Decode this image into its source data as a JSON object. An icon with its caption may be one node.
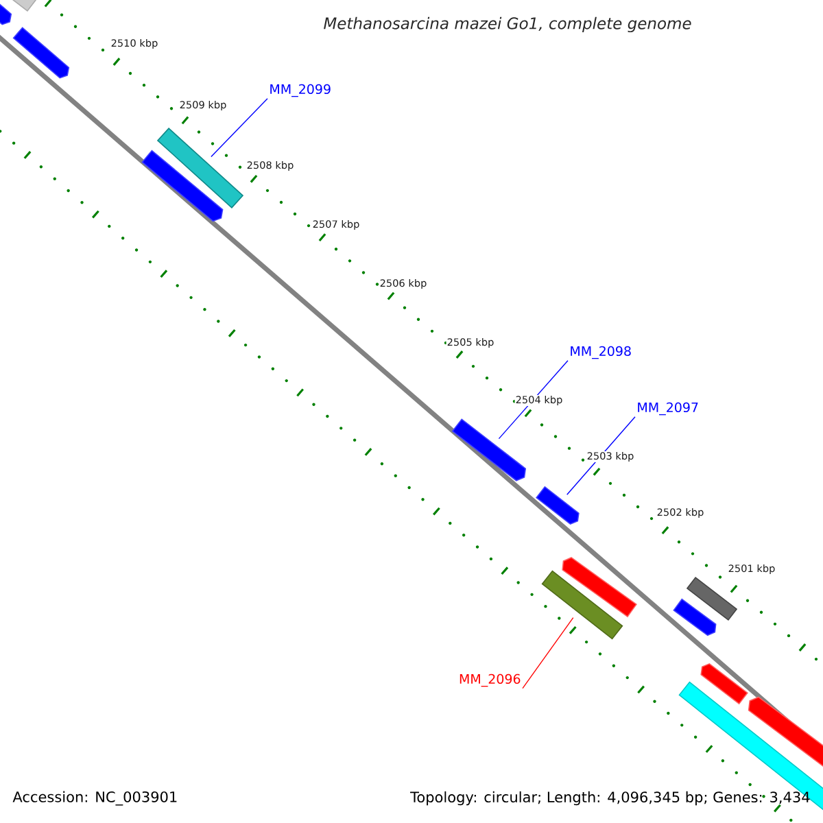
{
  "diagram": {
    "title": "Methanosarcina mazei Go1, complete genome",
    "nodes": [
      {
        "text": [
          "MM_2099"
        ]
      },
      {
        "text": [
          "MM_2098"
        ]
      },
      {
        "text": [
          "MM_2097"
        ]
      },
      {
        "text": [
          "MM_2096"
        ]
      },
      {
        "text": [],
        "shape": "arrow"
      },
      {
        "text": [],
        "shape": "bar"
      },
      {
        "text": [],
        "shape": "arrow"
      },
      {
        "text": [],
        "shape": "bar"
      },
      {
        "text": [],
        "shape": "arrow"
      },
      {
        "text": [],
        "shape": "arrow"
      },
      {
        "text": [],
        "shape": "arrow"
      },
      {
        "text": [],
        "shape": "arrow"
      },
      {
        "text": [],
        "shape": "bar"
      },
      {
        "text": [],
        "shape": "bar"
      },
      {
        "text": [],
        "shape": "arrow"
      },
      {
        "text": [],
        "shape": "arrow"
      },
      {
        "text": [],
        "shape": "bar"
      },
      {
        "text": [],
        "shape": "arrow"
      }
    ],
    "edges": [
      {
        "from": 0,
        "to": 7,
        "arrow": "none"
      },
      {
        "from": 1,
        "to": 9,
        "arrow": "none"
      },
      {
        "from": 2,
        "to": 10,
        "arrow": "none"
      },
      {
        "from": 3,
        "to": 12,
        "arrow": "none",
        "color": "#ff0000"
      }
    ],
    "labels": [
      "2510 kbp",
      "2509 kbp",
      "2508 kbp",
      "2507 kbp",
      "2506 kbp",
      "2505 kbp",
      "2504 kbp",
      "2503 kbp",
      "2502 kbp",
      "2501 kbp",
      "Accession: NC_003901",
      "Topology: circular; Length: 4,096,345 bp; Genes: 3,434"
    ]
  }
}
